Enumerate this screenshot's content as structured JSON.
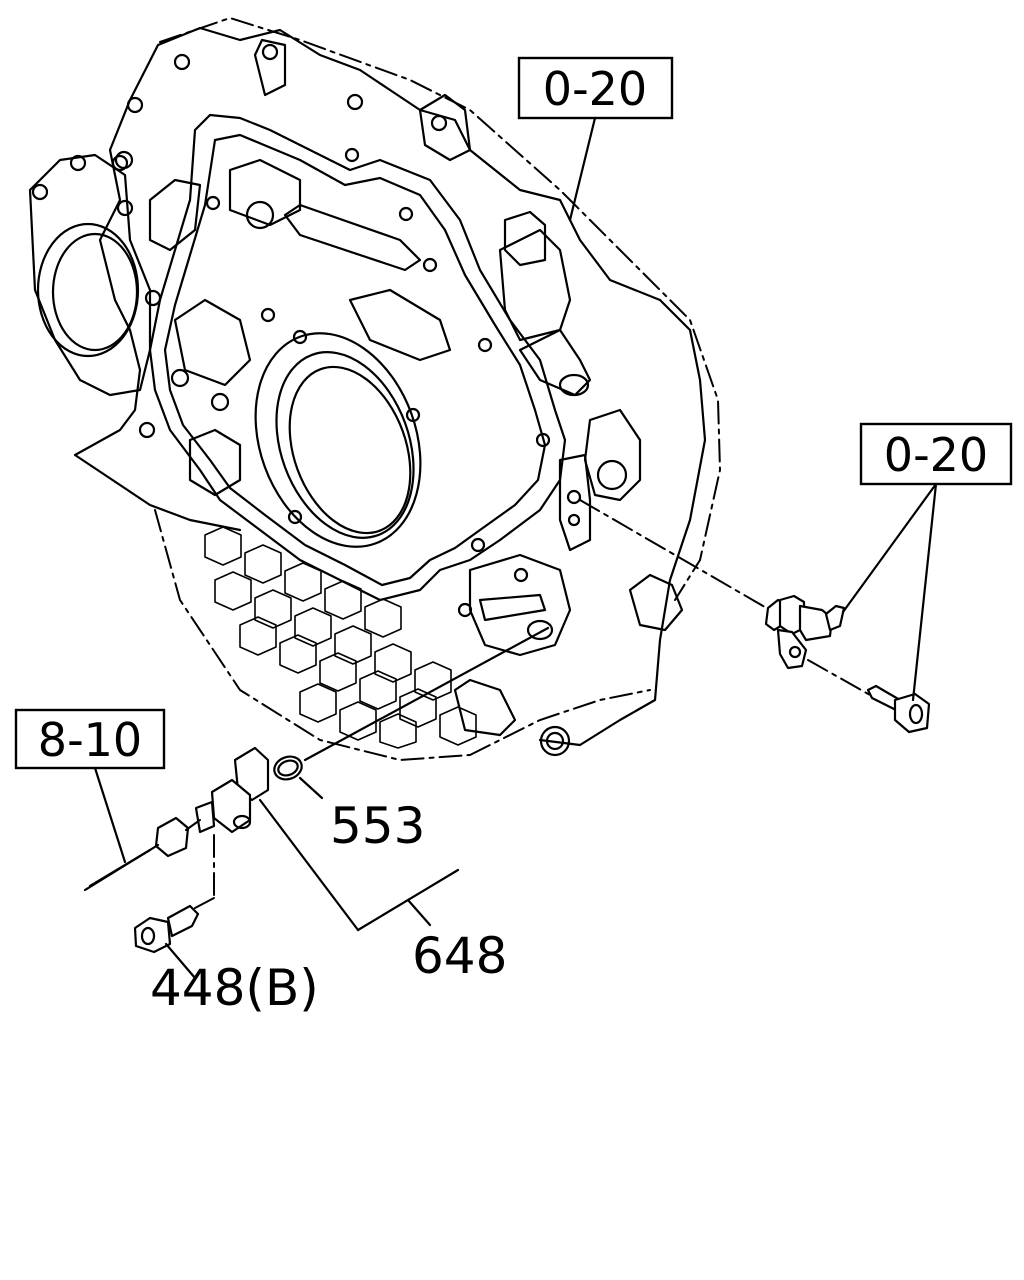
{
  "refs": {
    "top_ref": "0-20",
    "right_ref": "0-20",
    "left_ref": "8-10"
  },
  "parts": {
    "oring": "553",
    "sensor": "648",
    "bolt": "448(B)"
  }
}
